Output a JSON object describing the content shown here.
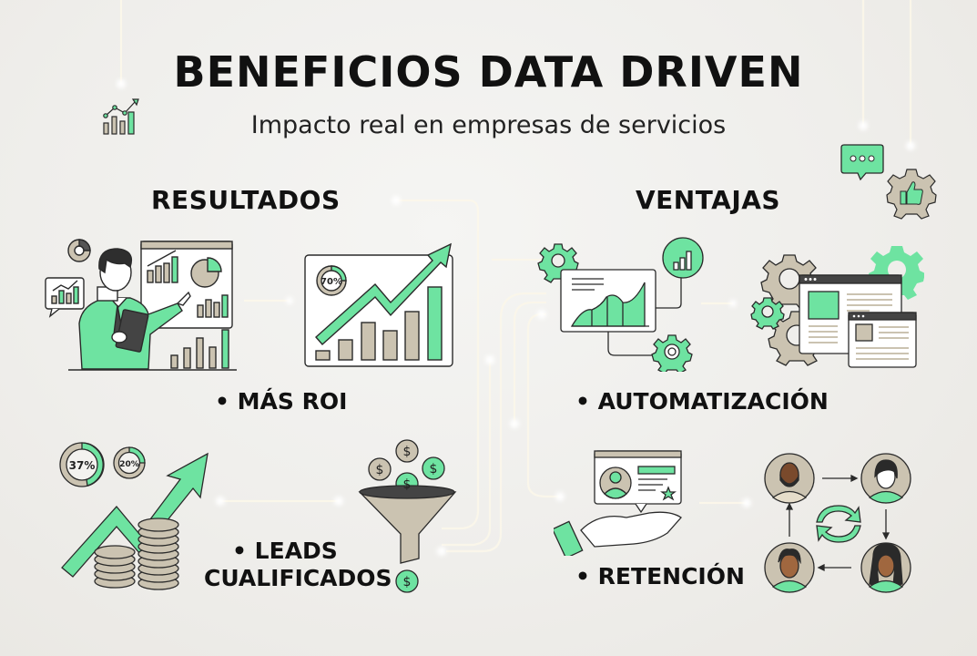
{
  "header": {
    "title": "BENEFICIOS DATA DRIVEN",
    "subtitle": "Impacto real en empresas de servicios"
  },
  "sections": {
    "left": {
      "heading": "RESULTADOS",
      "items": [
        {
          "label": "• MÁS ROI"
        },
        {
          "label_line1": "• LEADS",
          "label_line2": "CUALIFICADOS"
        }
      ]
    },
    "right": {
      "heading": "VENTAJAS",
      "items": [
        {
          "label": "• AUTOMATIZACIÓN"
        },
        {
          "label": "• RETENCIÓN"
        }
      ]
    }
  },
  "illustrations": {
    "roi_chart_badge": "70%",
    "leads_badge_1": "37%",
    "leads_badge_2": "20%",
    "coin_symbol": "$"
  },
  "colors": {
    "accent_green": "#6ee3a1",
    "taupe": "#cbc3b1",
    "outline": "#2a2a2a",
    "background": "#efeeeb"
  }
}
